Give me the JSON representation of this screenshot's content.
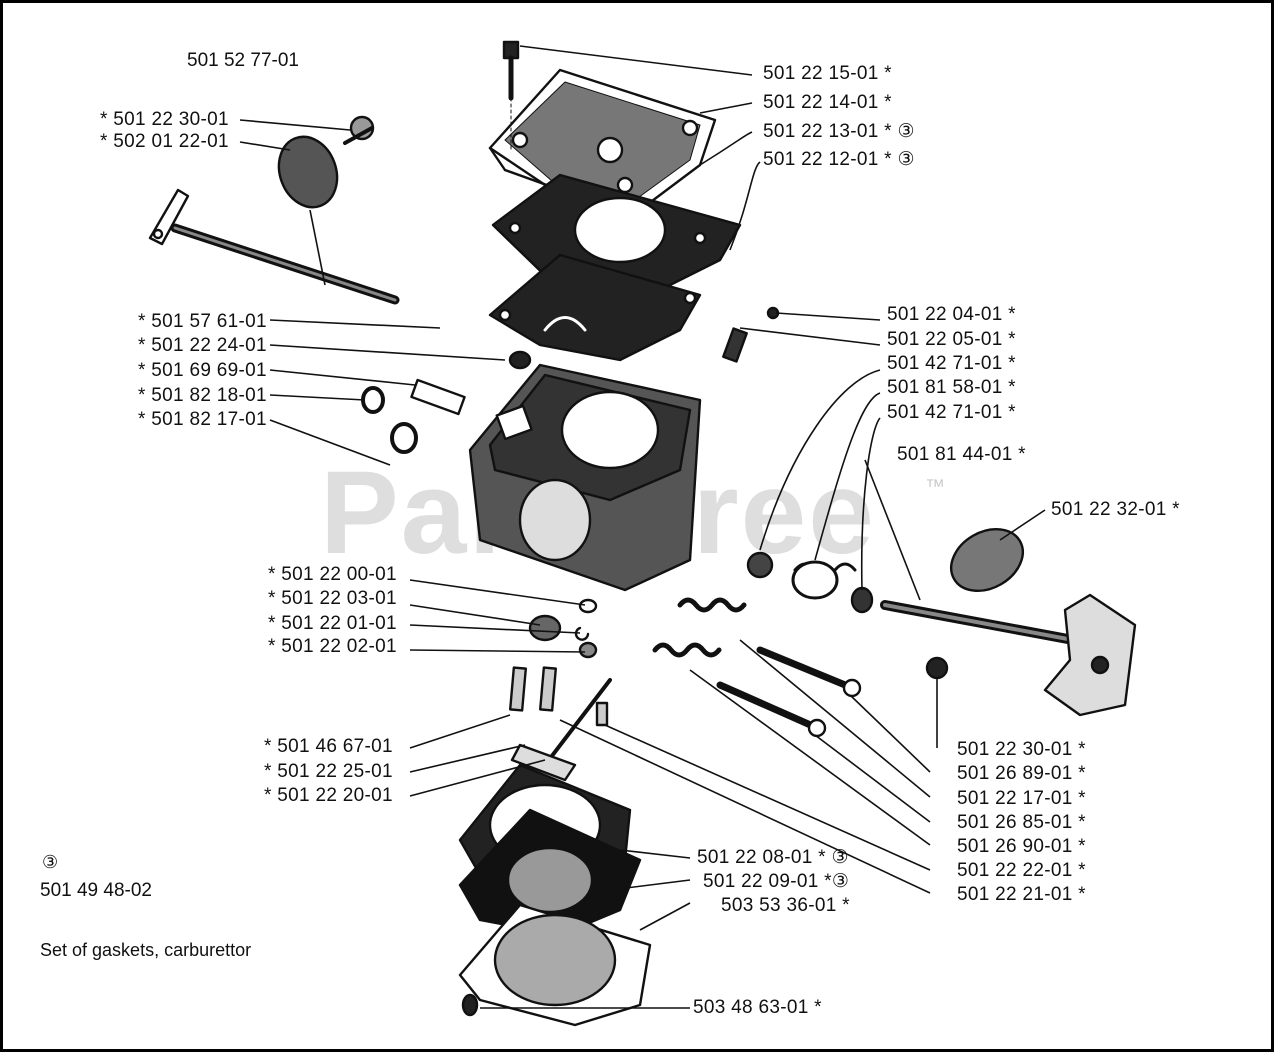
{
  "assembly_number": "501 52 77-01",
  "watermark": "PartsTree",
  "watermark_tm": "™",
  "gasket_set": {
    "symbol": "③",
    "part_number": "501 49 48-02",
    "description": "Set of gaskets, carburettor"
  },
  "labels": [
    {
      "text": "501 22 15-01  *"
    },
    {
      "text": "501 22 14-01  *"
    },
    {
      "text": "501 22 13-01  * ③"
    },
    {
      "text": "501 22 12-01  * ③"
    },
    {
      "text": "*  501 22 30-01"
    },
    {
      "text": "*  502 01 22-01"
    },
    {
      "text": "*  501 57 61-01"
    },
    {
      "text": "*  501 22 24-01"
    },
    {
      "text": "*  501 69 69-01"
    },
    {
      "text": "*  501 82 18-01"
    },
    {
      "text": "*  501 82 17-01"
    },
    {
      "text": "501 22 04-01  *"
    },
    {
      "text": "501 22 05-01  *"
    },
    {
      "text": "501 42 71-01  *"
    },
    {
      "text": "501 81 58-01  *"
    },
    {
      "text": "501 42 71-01  *"
    },
    {
      "text": "501 81 44-01  *"
    },
    {
      "text": "501 22 32-01  *"
    },
    {
      "text": "*  501 22 00-01"
    },
    {
      "text": "*  501 22 03-01"
    },
    {
      "text": "*  501 22 01-01"
    },
    {
      "text": "*  501 22 02-01"
    },
    {
      "text": "*  501 46 67-01"
    },
    {
      "text": "*  501 22 25-01"
    },
    {
      "text": "*  501 22 20-01"
    },
    {
      "text": "501 22 30-01  *"
    },
    {
      "text": "501 26 89-01  *"
    },
    {
      "text": "501 22 17-01  *"
    },
    {
      "text": "501 26 85-01  *"
    },
    {
      "text": "501 26 90-01  *"
    },
    {
      "text": "501 22 22-01  *"
    },
    {
      "text": "501 22 21-01  *"
    },
    {
      "text": "501 22 08-01  * ③"
    },
    {
      "text": "501 22 09-01  *③"
    },
    {
      "text": "503 53 36-01  *"
    },
    {
      "text": "503 48 63-01  *"
    }
  ]
}
